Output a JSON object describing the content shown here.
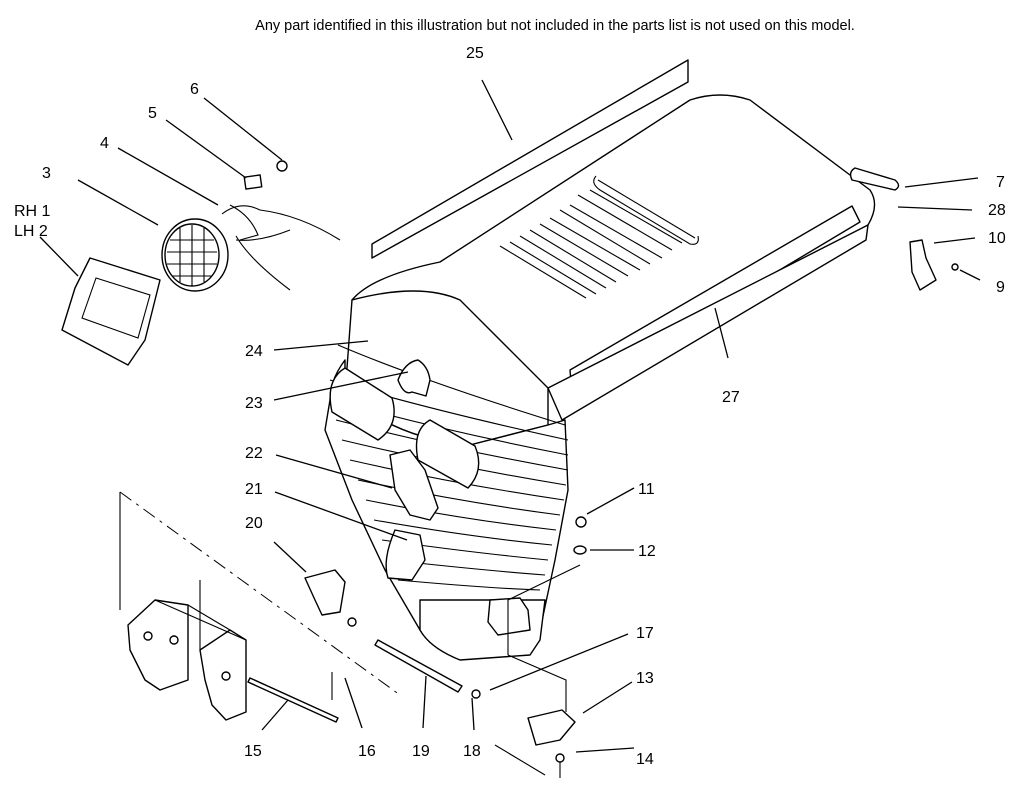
{
  "note": "Any part identified in this illustration but not included in the parts list is not used on this model.",
  "labels": [
    "RH 1",
    "LH 2",
    "3",
    "4",
    "5",
    "6",
    "7",
    "28",
    "10",
    "9",
    "25",
    "24",
    "23",
    "27",
    "22",
    "21",
    "20",
    "11",
    "12",
    "17",
    "13",
    "14",
    "15",
    "16",
    "19",
    "18"
  ]
}
